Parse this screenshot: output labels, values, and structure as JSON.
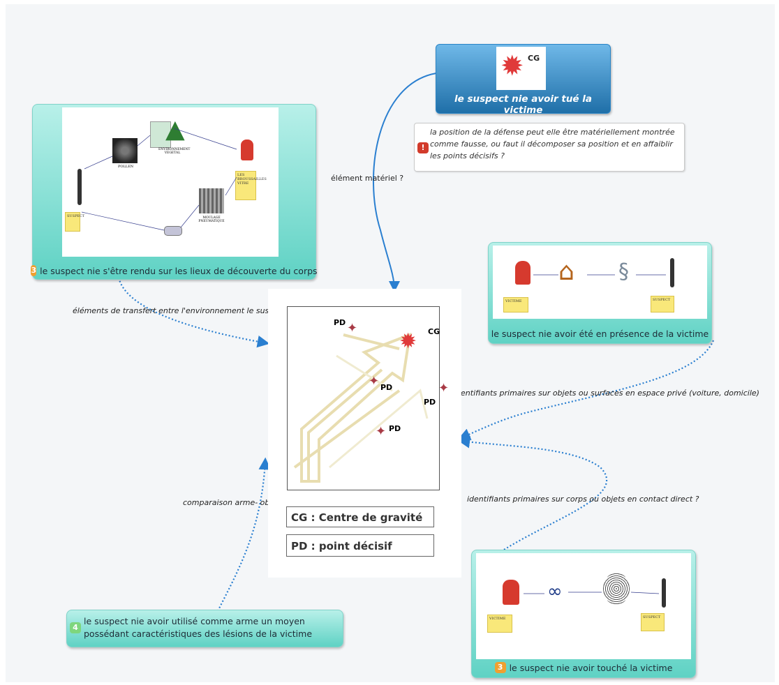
{
  "topics": {
    "main": {
      "cg_label": "CG : Centre de gravité",
      "pd_label": "PD : point décisif",
      "diagram_pd": "PD",
      "diagram_cg": "CG"
    },
    "top": {
      "title": "le suspect nie avoir tué la victime",
      "icon_label": "CG",
      "note": "la position de la défense peut elle être matériellement montrée comme fausse, ou faut il décomposer sa position et en affaiblir les points décisifs ?",
      "note_badge": "!"
    },
    "left_top": {
      "badge": "3",
      "caption": "le suspect nie s'être rendu sur les lieux de découverte du corps",
      "pic_labels": [
        "POLLEN",
        "ENVIRONNEMENT VEGETAL",
        "LES BROUSSAILLES VITRE",
        "SUSPECT",
        "MOULAGE PNEUMATIQUE"
      ]
    },
    "right_mid": {
      "caption": "le suspect nie avoir été en présence de la victime",
      "sticky_left": "VICTIME",
      "sticky_right": "SUSPECT"
    },
    "right_bottom": {
      "badge": "3",
      "caption": "le suspect nie avoir touché la victime",
      "sticky_left": "VICTIME",
      "sticky_right": "SUSPECT"
    },
    "left_bottom": {
      "badge": "4",
      "caption": "le suspect nie avoir utilisé comme arme un moyen possédant caractéristiques des lésions de la victime"
    }
  },
  "links": {
    "materiel": "élément matériel ?",
    "transfert": "éléments de transfert entre l'environnement le suspect ?",
    "prive": "identifiants primaires sur objets ou surfaces en espace privé (voiture, domicile)",
    "contact": "identifiants primaires  sur corps ou objets en contact direct ?",
    "arme": "comparaison arme- objets /bilan lésionnel"
  },
  "colors": {
    "teal": "#5fd2c4",
    "blue": "#2a85c6",
    "link": "#2a7fd0",
    "badge_orange": "#f0a030"
  }
}
